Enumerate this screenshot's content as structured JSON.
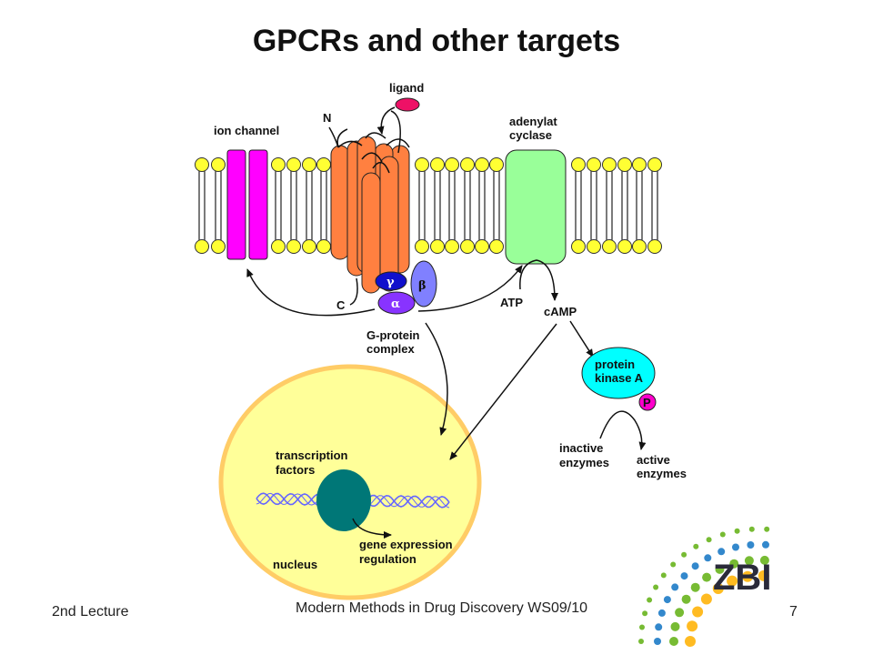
{
  "slide": {
    "title": "GPCRs and other targets",
    "footer_left": "2nd Lecture",
    "footer_center": "Modern Methods in Drug Discovery WS09/10",
    "page_number": "7"
  },
  "labels": {
    "ligand": "ligand",
    "n_terminus": "N",
    "c_terminus": "C",
    "ion_channel": "ion channel",
    "adenylat_cyclase_line1": "adenylat",
    "adenylat_cyclase_line2": "cyclase",
    "gamma": "γ",
    "beta": "β",
    "alpha": "α",
    "atp": "ATP",
    "camp": "cAMP",
    "g_protein_line1": "G-protein",
    "g_protein_line2": "complex",
    "protein_kinase_line1": "protein",
    "protein_kinase_line2": "kinase A",
    "phosphate": "P",
    "inactive_line1": "inactive",
    "inactive_line2": "enzymes",
    "active_line1": "active",
    "active_line2": "enzymes",
    "transcription_line1": "transcription",
    "transcription_line2": "factors",
    "gene_expression_line1": "gene expression",
    "gene_expression_line2": "regulation",
    "nucleus": "nucleus",
    "logo_text": "ZBI"
  },
  "colors": {
    "lipid_head": "#ffff33",
    "ion_channel": "#ff00ff",
    "receptor": "#ff8040",
    "adenylat_cyclase": "#99ff99",
    "gamma_subunit": "#1010cc",
    "beta_subunit": "#8080ff",
    "alpha_subunit": "#8833ff",
    "ligand": "#ee1166",
    "protein_kinase": "#00ffff",
    "phosphate": "#ff00cc",
    "nucleus_fill": "#ffff99",
    "nucleus_border": "#ffcc66",
    "chromatin": "#007777",
    "dna": "#6666ff",
    "logo_green": "#77bb33",
    "logo_blue": "#3388cc",
    "logo_yellow": "#ffbb22",
    "logo_text": "#2a2a3a"
  }
}
